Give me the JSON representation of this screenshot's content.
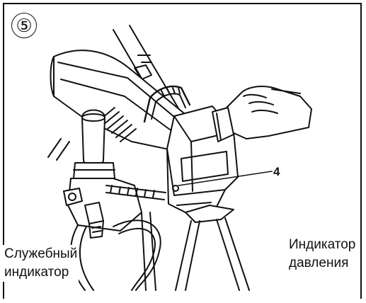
{
  "figure": {
    "step_number": "⑤",
    "callout_number": "4",
    "labels": {
      "service_indicator_line1": "Служебный",
      "service_indicator_line2": "индикатор",
      "pressure_indicator_line1": "Индикатор",
      "pressure_indicator_line2": "давления"
    }
  }
}
